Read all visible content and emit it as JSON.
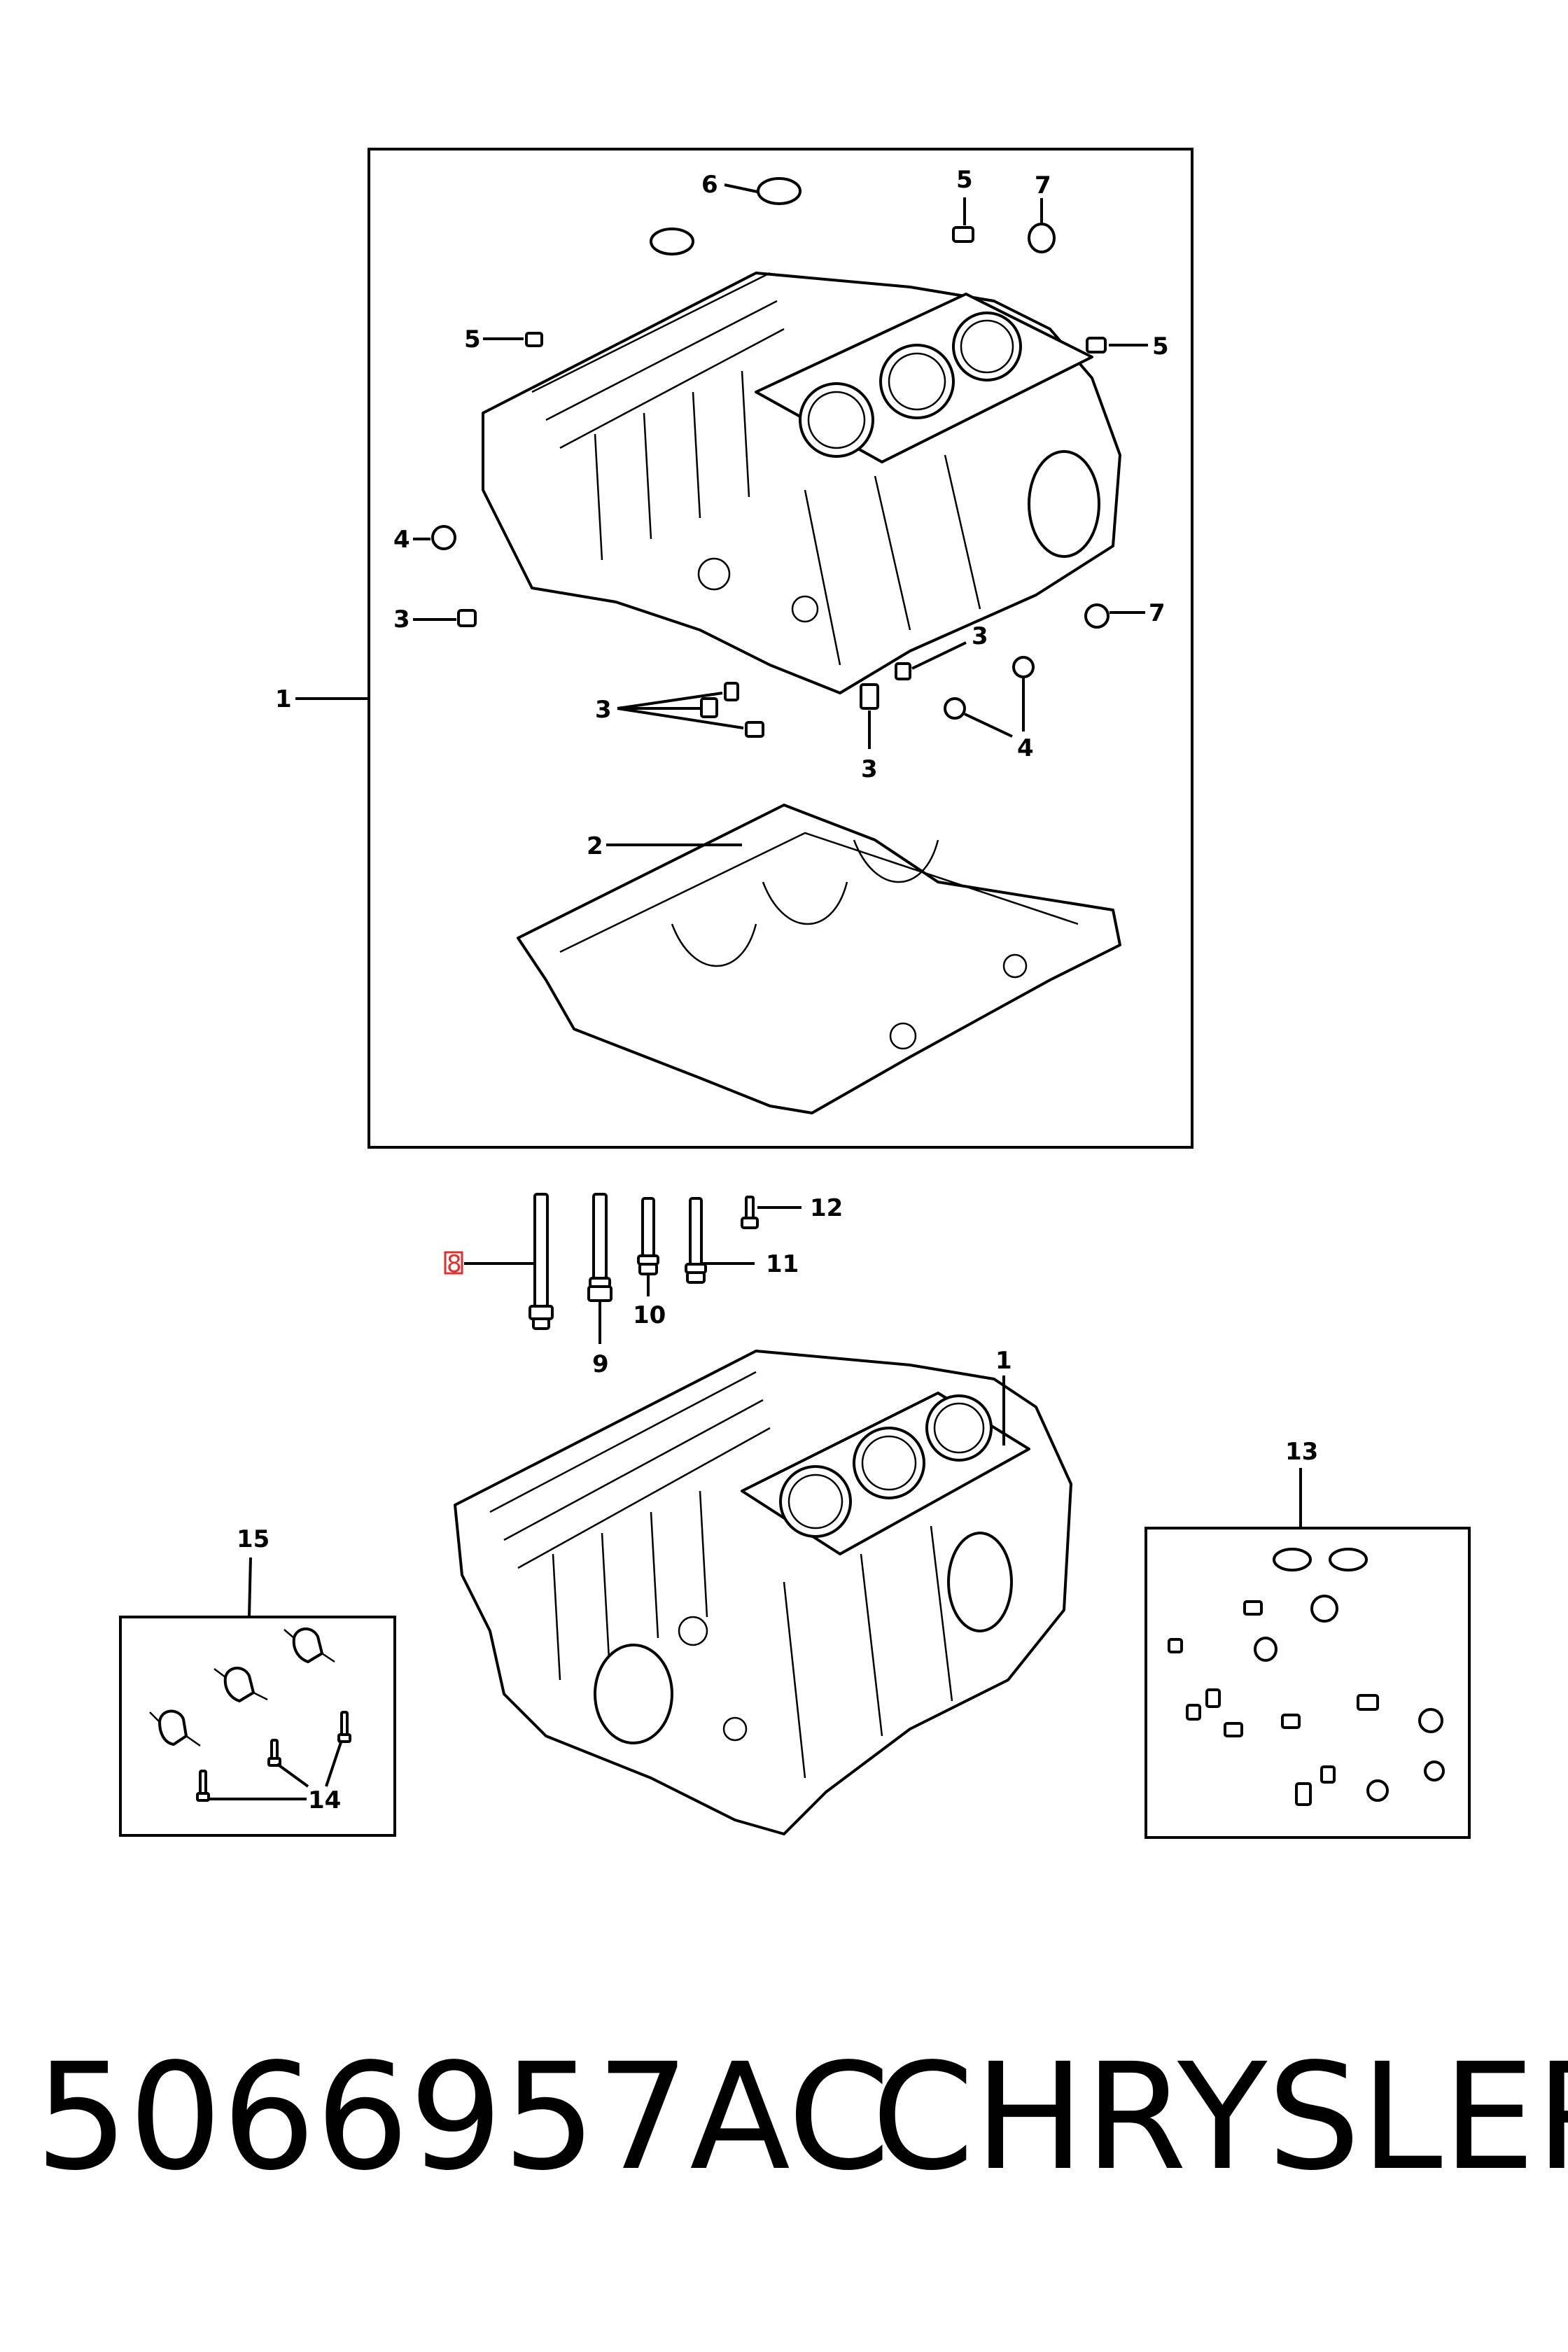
{
  "callouts": {
    "c1_top": "1",
    "c2": "2",
    "c3_left": "3",
    "c3_group": "3",
    "c3_right": "3",
    "c3_bottom": "3",
    "c4_left": "4",
    "c4_right": "4",
    "c5_left": "5",
    "c5_top": "5",
    "c5_right": "5",
    "c6": "6",
    "c7_top": "7",
    "c7_right": "7",
    "c8": "8",
    "c9": "9",
    "c10": "10",
    "c11": "11",
    "c12": "12",
    "c1_bottom": "1",
    "c13": "13",
    "c14": "14",
    "c15": "15"
  },
  "footer": {
    "part_number": "5066957AC",
    "brand": "CHRYSLER"
  }
}
